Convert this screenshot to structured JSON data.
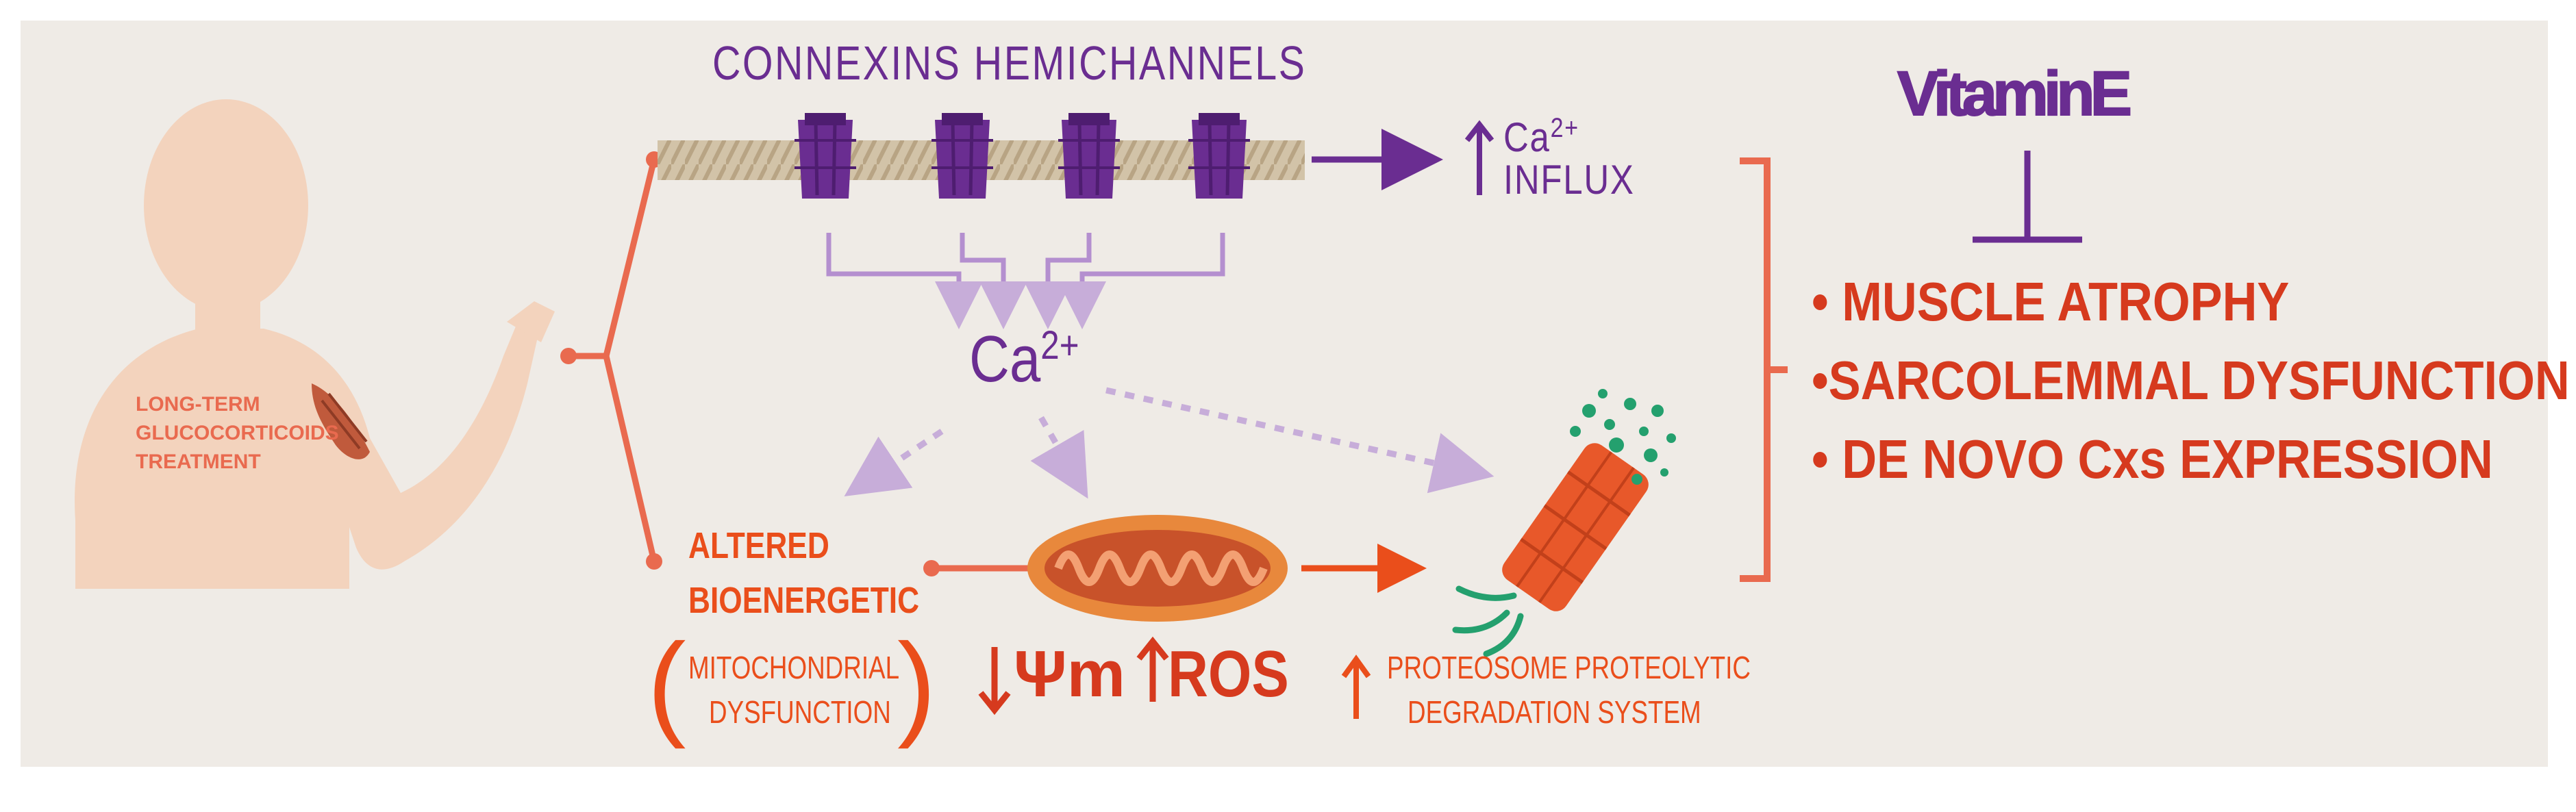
{
  "title": "CONNEXINS HEMICHANNELS",
  "vitamin": "VitaminE",
  "influx": {
    "ion": "Ca",
    "charge": "2+",
    "label": "INFLUX"
  },
  "center_ion": {
    "ion": "Ca",
    "charge": "2+"
  },
  "person": {
    "label": "LONG-TERM\nGLUCOCORTICOIDS\nTREATMENT"
  },
  "bioenergetic": {
    "line1": "ALTERED",
    "line2": "BIOENERGETIC",
    "sub1": "MITOCHONDRIAL",
    "sub2": "DYSFUNCTION"
  },
  "markers": {
    "psi": "Ψm",
    "ros": "ROS"
  },
  "proteosome": {
    "line1": "PROTEOSOME PROTEOLYTIC",
    "line2": "DEGRADATION SYSTEM"
  },
  "effects": [
    "• MUSCLE ATROPHY",
    "•SARCOLEMMAL DYSFUNCTION",
    "• DE NOVO Cxs EXPRESSION"
  ],
  "colors": {
    "purple": "#6a2d91",
    "light_purple": "#b48fcf",
    "orange": "#ea4e1b",
    "red": "#d63a1e",
    "salmon": "#e96a4f",
    "skin": "#f3d3bd",
    "membrane": "#c9b89c",
    "background": "#efebe6"
  }
}
